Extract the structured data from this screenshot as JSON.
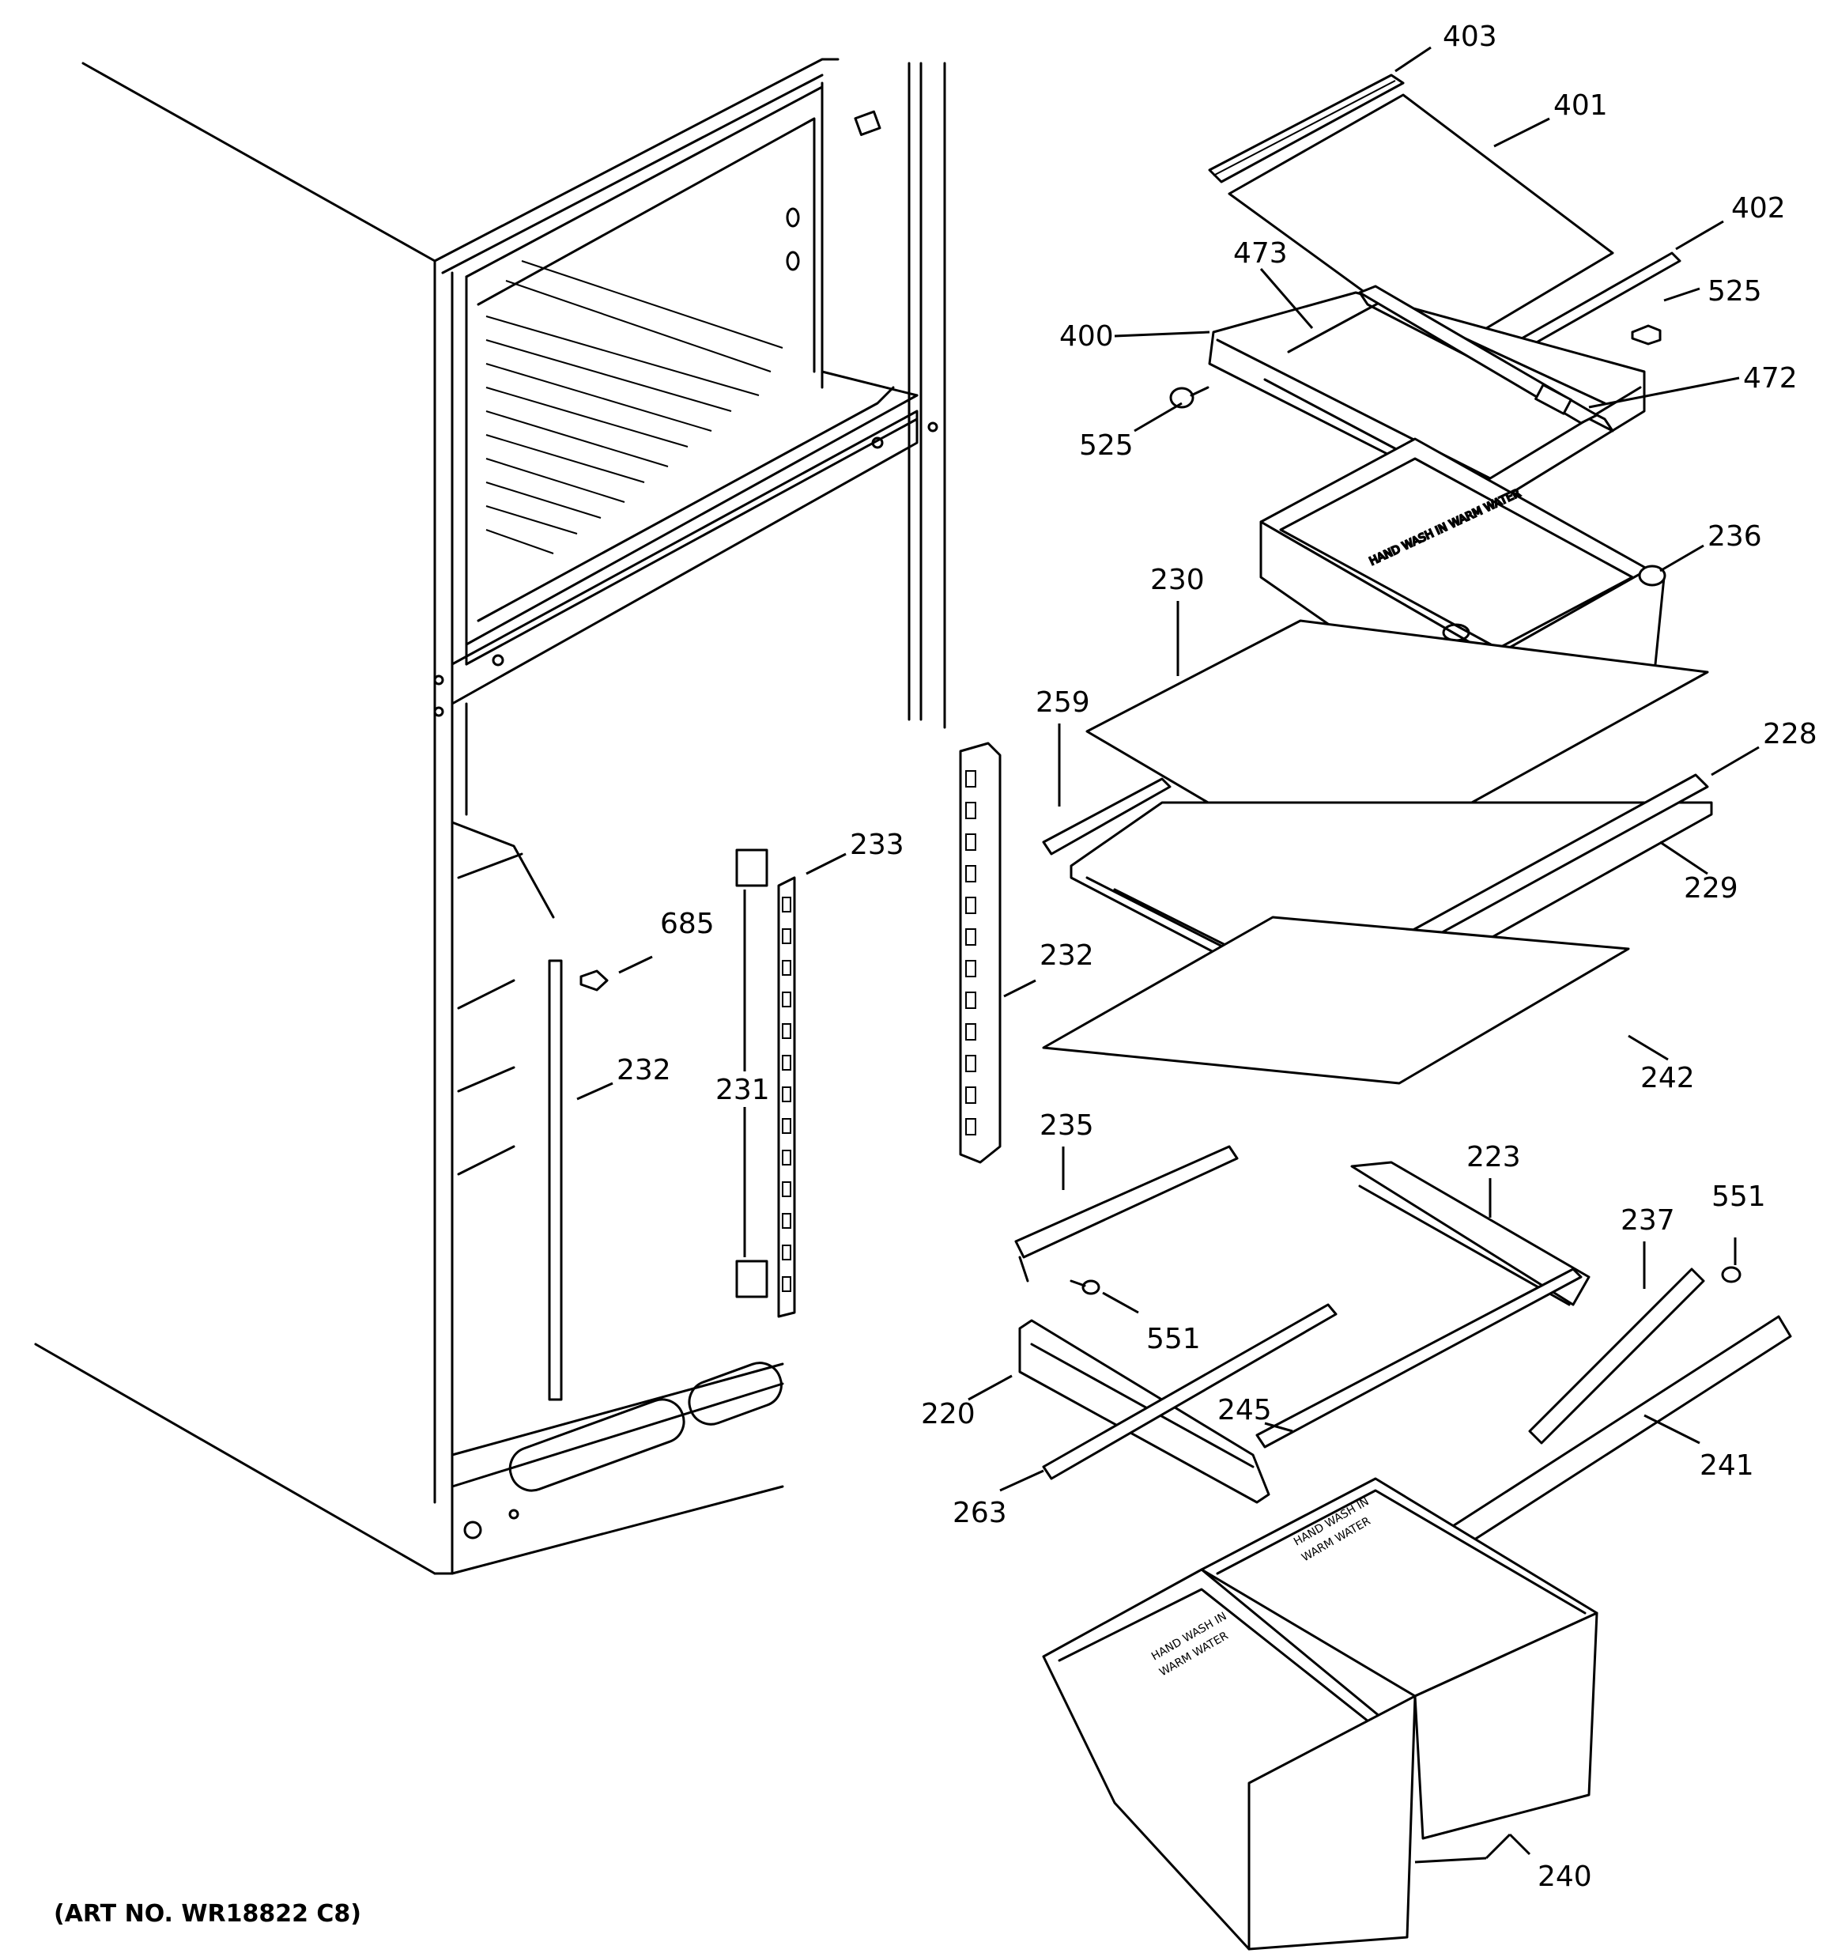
{
  "art_number": "(ART NO. WR18822 C8)",
  "callouts": [
    {
      "id": "403",
      "text": "403"
    },
    {
      "id": "401",
      "text": "401"
    },
    {
      "id": "402",
      "text": "402"
    },
    {
      "id": "473",
      "text": "473"
    },
    {
      "id": "525a",
      "text": "525"
    },
    {
      "id": "400",
      "text": "400"
    },
    {
      "id": "472",
      "text": "472"
    },
    {
      "id": "525b",
      "text": "525"
    },
    {
      "id": "236",
      "text": "236"
    },
    {
      "id": "230",
      "text": "230"
    },
    {
      "id": "259",
      "text": "259"
    },
    {
      "id": "228",
      "text": "228"
    },
    {
      "id": "233",
      "text": "233"
    },
    {
      "id": "229",
      "text": "229"
    },
    {
      "id": "685",
      "text": "685"
    },
    {
      "id": "232a",
      "text": "232"
    },
    {
      "id": "232b",
      "text": "232"
    },
    {
      "id": "231",
      "text": "231"
    },
    {
      "id": "242",
      "text": "242"
    },
    {
      "id": "235",
      "text": "235"
    },
    {
      "id": "223",
      "text": "223"
    },
    {
      "id": "551a",
      "text": "551"
    },
    {
      "id": "237",
      "text": "237"
    },
    {
      "id": "551b",
      "text": "551"
    },
    {
      "id": "220",
      "text": "220"
    },
    {
      "id": "245",
      "text": "245"
    },
    {
      "id": "241",
      "text": "241"
    },
    {
      "id": "263",
      "text": "263"
    },
    {
      "id": "240",
      "text": "240"
    }
  ],
  "bin_text": [
    "HAND WASH IN",
    "WARM WATER"
  ]
}
